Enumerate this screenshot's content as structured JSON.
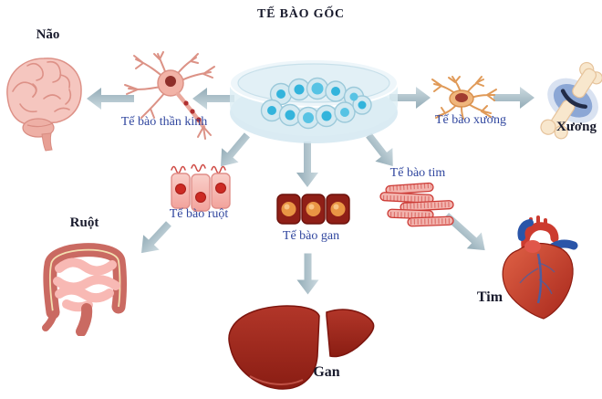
{
  "title": "TẾ BÀO GỐC",
  "labels": {
    "brain": "Não",
    "nerve_cell": "Tế bào thần kinh",
    "bone_cell": "Tế bào xương",
    "bone": "Xương",
    "gut_cell": "Tế bào ruột",
    "gut": "Ruột",
    "liver_cell": "Tế bào gan",
    "liver": "Gan",
    "heart_cell": "Tế bào tim",
    "heart": "Tim"
  },
  "colors": {
    "background": "#ffffff",
    "title_text": "#181a2c",
    "organ_label_text": "#181a2c",
    "cell_label_text": "#31479f",
    "arrow_gradient_light": "#ccdae0",
    "arrow_gradient_dark": "#93acb7",
    "stem_cell_blue": "#33b4dc",
    "tissue_pink": "#f2b3a7",
    "liver_red": "#8a1d13"
  },
  "connections": [
    {
      "from": "stem-cell-dish",
      "to": "nerve-cell"
    },
    {
      "from": "nerve-cell",
      "to": "brain"
    },
    {
      "from": "stem-cell-dish",
      "to": "bone-cell"
    },
    {
      "from": "bone-cell",
      "to": "bone"
    },
    {
      "from": "stem-cell-dish",
      "to": "gut-cell"
    },
    {
      "from": "stem-cell-dish",
      "to": "liver-cell"
    },
    {
      "from": "stem-cell-dish",
      "to": "heart-cell"
    },
    {
      "from": "gut-cell",
      "to": "gut"
    },
    {
      "from": "liver-cell",
      "to": "liver"
    },
    {
      "from": "heart-cell",
      "to": "heart"
    }
  ]
}
